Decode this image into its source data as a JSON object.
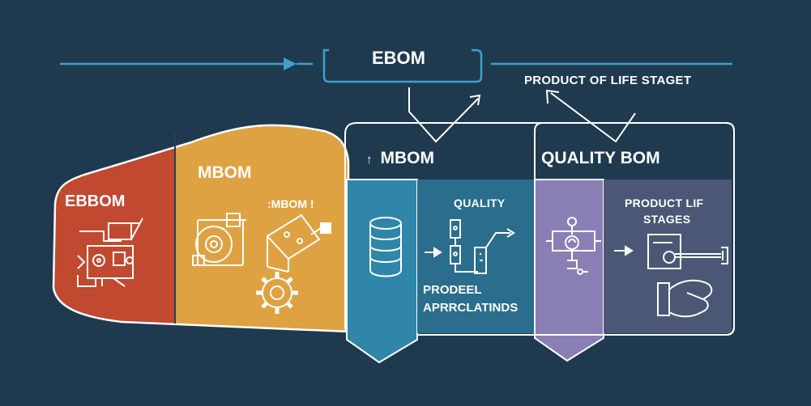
{
  "top": {
    "ebom_label": "EBOM",
    "product_life_label": "PRODUCT OF LIFE STAGET"
  },
  "panel_ebbom": {
    "title": "EBBOM"
  },
  "panel_mbom": {
    "title": "MBOM",
    "sub_label": ":MBOM !"
  },
  "panel_mbom_box": {
    "title": "MBOM",
    "title_icon": "arrow-up-icon",
    "quality_label": "QUALITY",
    "caption_line1": "PRODEEL",
    "caption_line2": "APRRCLATINDS"
  },
  "panel_quality": {
    "title": "QUALITY BOM",
    "caption_line1": "PRODUCT LIF",
    "caption_line2": "STAGES"
  },
  "colors": {
    "background": "#1f3a4f",
    "red": "#c0492f",
    "orange": "#dfa242",
    "teal": "#2f86a8",
    "teal_dark": "#2a6d8c",
    "lavender": "#8a7fb5",
    "slate": "#4b5775",
    "line": "#3fa0c8"
  }
}
